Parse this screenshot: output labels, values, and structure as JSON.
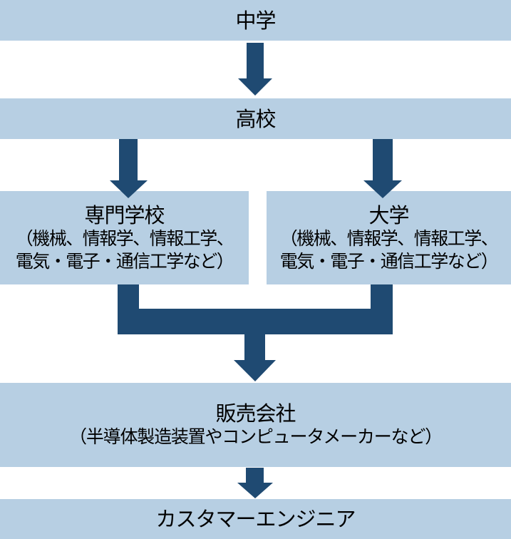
{
  "colors": {
    "box_fill": "#b7cfe3",
    "arrow_fill": "#1f4a72"
  },
  "nodes": {
    "junior_high": {
      "title": "中学"
    },
    "high_school": {
      "title": "高校"
    },
    "vocational_school": {
      "title": "専門学校",
      "subtitle_line1": "（機械、情報学、情報工学、",
      "subtitle_line2": "電気・電子・通信工学など）"
    },
    "university": {
      "title": "大学",
      "subtitle_line1": "（機械、情報学、情報工学、",
      "subtitle_line2": "電気・電子・通信工学など）"
    },
    "sales_company": {
      "title": "販売会社",
      "subtitle": "（半導体製造装置やコンピュータメーカーなど）"
    },
    "customer_engineer": {
      "title": "カスタマーエンジニア"
    }
  },
  "edges": [
    {
      "from": "junior_high",
      "to": "high_school"
    },
    {
      "from": "high_school",
      "to": "vocational_school"
    },
    {
      "from": "high_school",
      "to": "university"
    },
    {
      "from": "vocational_school",
      "to": "sales_company"
    },
    {
      "from": "university",
      "to": "sales_company"
    },
    {
      "from": "sales_company",
      "to": "customer_engineer"
    }
  ]
}
